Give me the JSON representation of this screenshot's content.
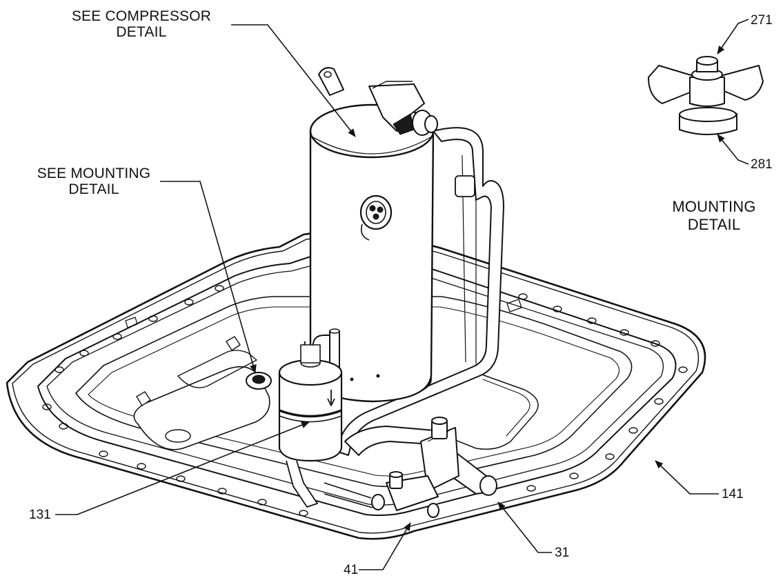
{
  "labels": {
    "compressor_detail": {
      "line1": "SEE COMPRESSOR",
      "line2": "DETAIL"
    },
    "mounting_callout": {
      "line1": "SEE MOUNTING",
      "line2": "DETAIL"
    },
    "mounting_caption": {
      "line1": "MOUNTING",
      "line2": "DETAIL"
    }
  },
  "part_numbers": {
    "grommet_bolt": "271",
    "grommet_base": "281",
    "accumulator": "131",
    "base_pan": "141",
    "service_valve": "31",
    "valve_fitting": "41"
  },
  "colors": {
    "line": "#111111",
    "fill": "#ffffff",
    "shade": "#1a1a1a"
  }
}
